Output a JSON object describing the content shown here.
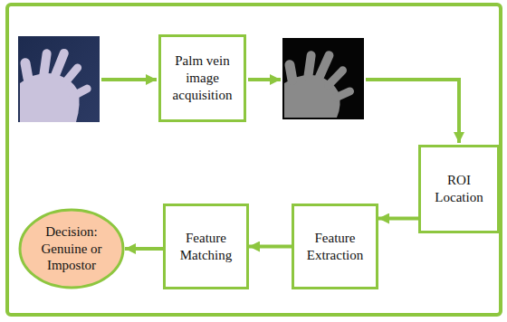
{
  "diagram": {
    "nodes": [
      {
        "text": [
          "Palm vein image acquisition"
        ]
      },
      {
        "text": [
          "ROI Location"
        ]
      },
      {
        "text": [
          "Feature Extraction"
        ]
      },
      {
        "text": [
          "Feature Matching"
        ]
      },
      {
        "text": [
          "Decision: Genuine or Impostor"
        ]
      }
    ],
    "edges": [
      {
        "from": 1,
        "to": 2,
        "arrow": "to"
      },
      {
        "from": 2,
        "to": 3,
        "arrow": "to"
      },
      {
        "from": 3,
        "to": 4,
        "arrow": "to"
      }
    ]
  }
}
